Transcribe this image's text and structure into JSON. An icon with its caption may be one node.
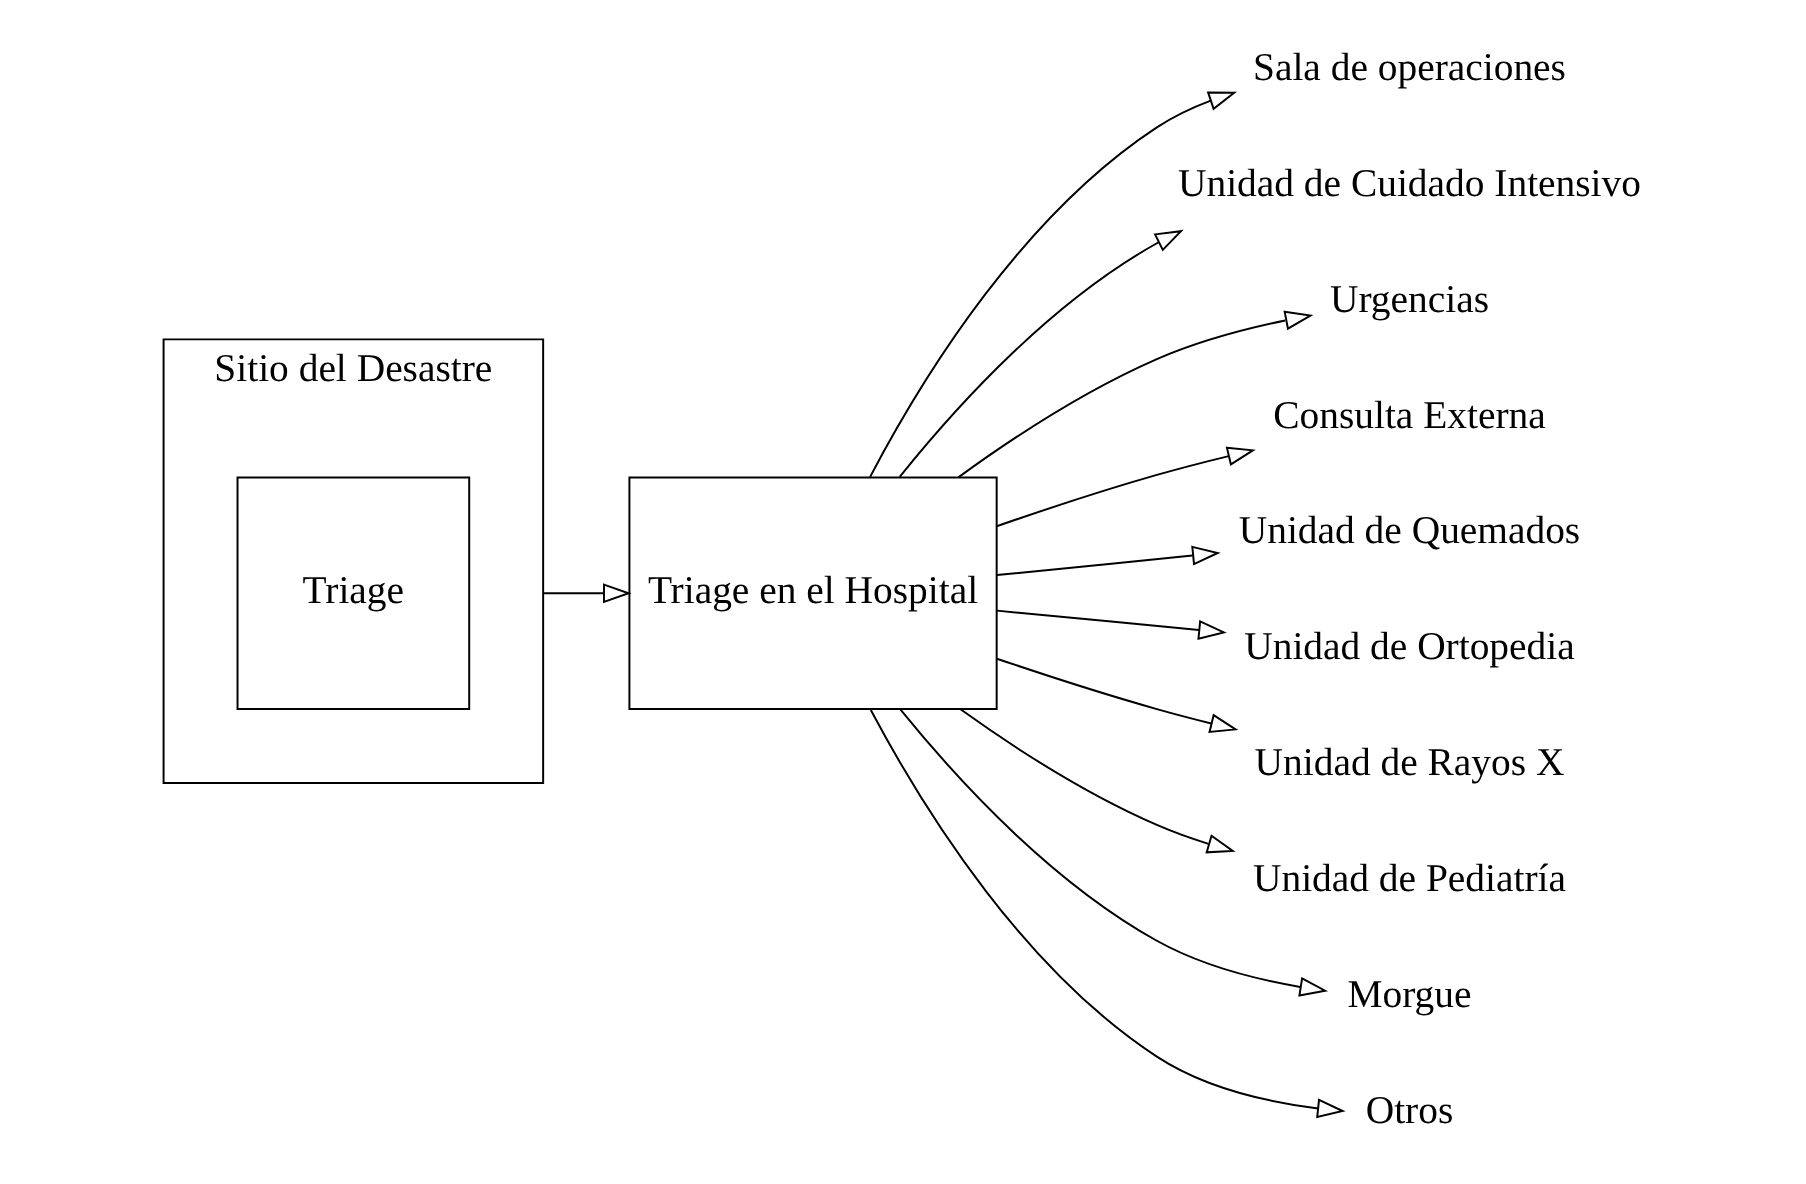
{
  "diagram": {
    "nodes": [
      {
        "text": [
          "Sitio del Desastre"
        ]
      },
      {
        "text": [
          "Triage"
        ],
        "in": 0
      },
      {
        "text": [
          "Triage en el Hospital"
        ]
      },
      {
        "text": [
          "Sala de operaciones"
        ]
      },
      {
        "text": [
          "Unidad de Cuidado Intensivo"
        ]
      },
      {
        "text": [
          "Urgencias"
        ]
      },
      {
        "text": [
          "Consulta Externa"
        ]
      },
      {
        "text": [
          "Unidad de Quemados"
        ]
      },
      {
        "text": [
          "Unidad de Ortopedia"
        ]
      },
      {
        "text": [
          "Unidad de Rayos X"
        ]
      },
      {
        "text": [
          "Unidad de Pediatría"
        ]
      },
      {
        "text": [
          "Morgue"
        ]
      },
      {
        "text": [
          "Otros"
        ]
      }
    ],
    "edges": [
      {
        "from": 0,
        "to": 2,
        "arrow": "to"
      },
      {
        "from": 2,
        "to": 3,
        "arrow": "to"
      },
      {
        "from": 2,
        "to": 4,
        "arrow": "to"
      },
      {
        "from": 2,
        "to": 5,
        "arrow": "to"
      },
      {
        "from": 2,
        "to": 6,
        "arrow": "to"
      },
      {
        "from": 2,
        "to": 7,
        "arrow": "to"
      },
      {
        "from": 2,
        "to": 8,
        "arrow": "to"
      },
      {
        "from": 2,
        "to": 9,
        "arrow": "to"
      },
      {
        "from": 2,
        "to": 10,
        "arrow": "to"
      },
      {
        "from": 2,
        "to": 11,
        "arrow": "to"
      },
      {
        "from": 2,
        "to": 12,
        "arrow": "to"
      }
    ]
  }
}
